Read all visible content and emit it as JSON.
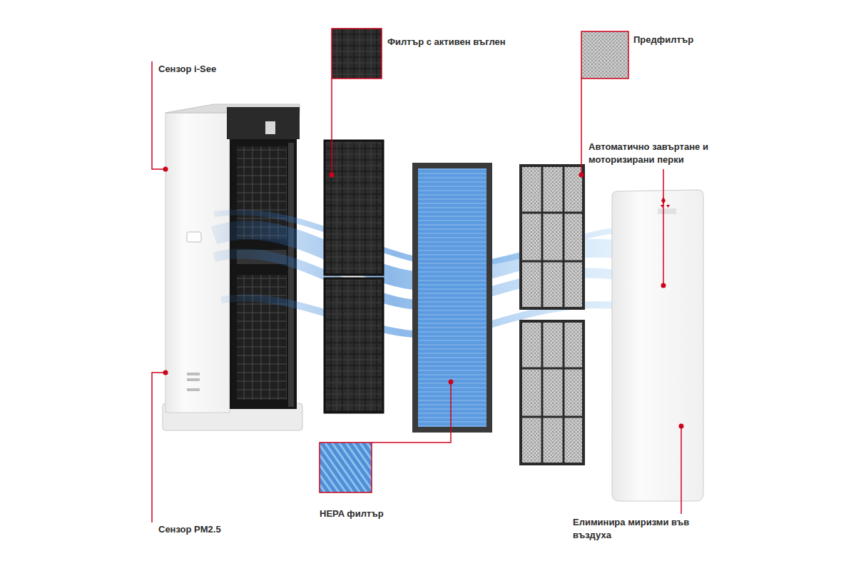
{
  "diagram": {
    "labels": [
      "Сензор i-See",
      "Филтър с активен въглен",
      "Предфилтър",
      "Автоматично завъртане и моторизирани перки",
      "HEPA филтър",
      "Сензор PM2.5",
      "Елиминира миризми във въздуха"
    ]
  }
}
